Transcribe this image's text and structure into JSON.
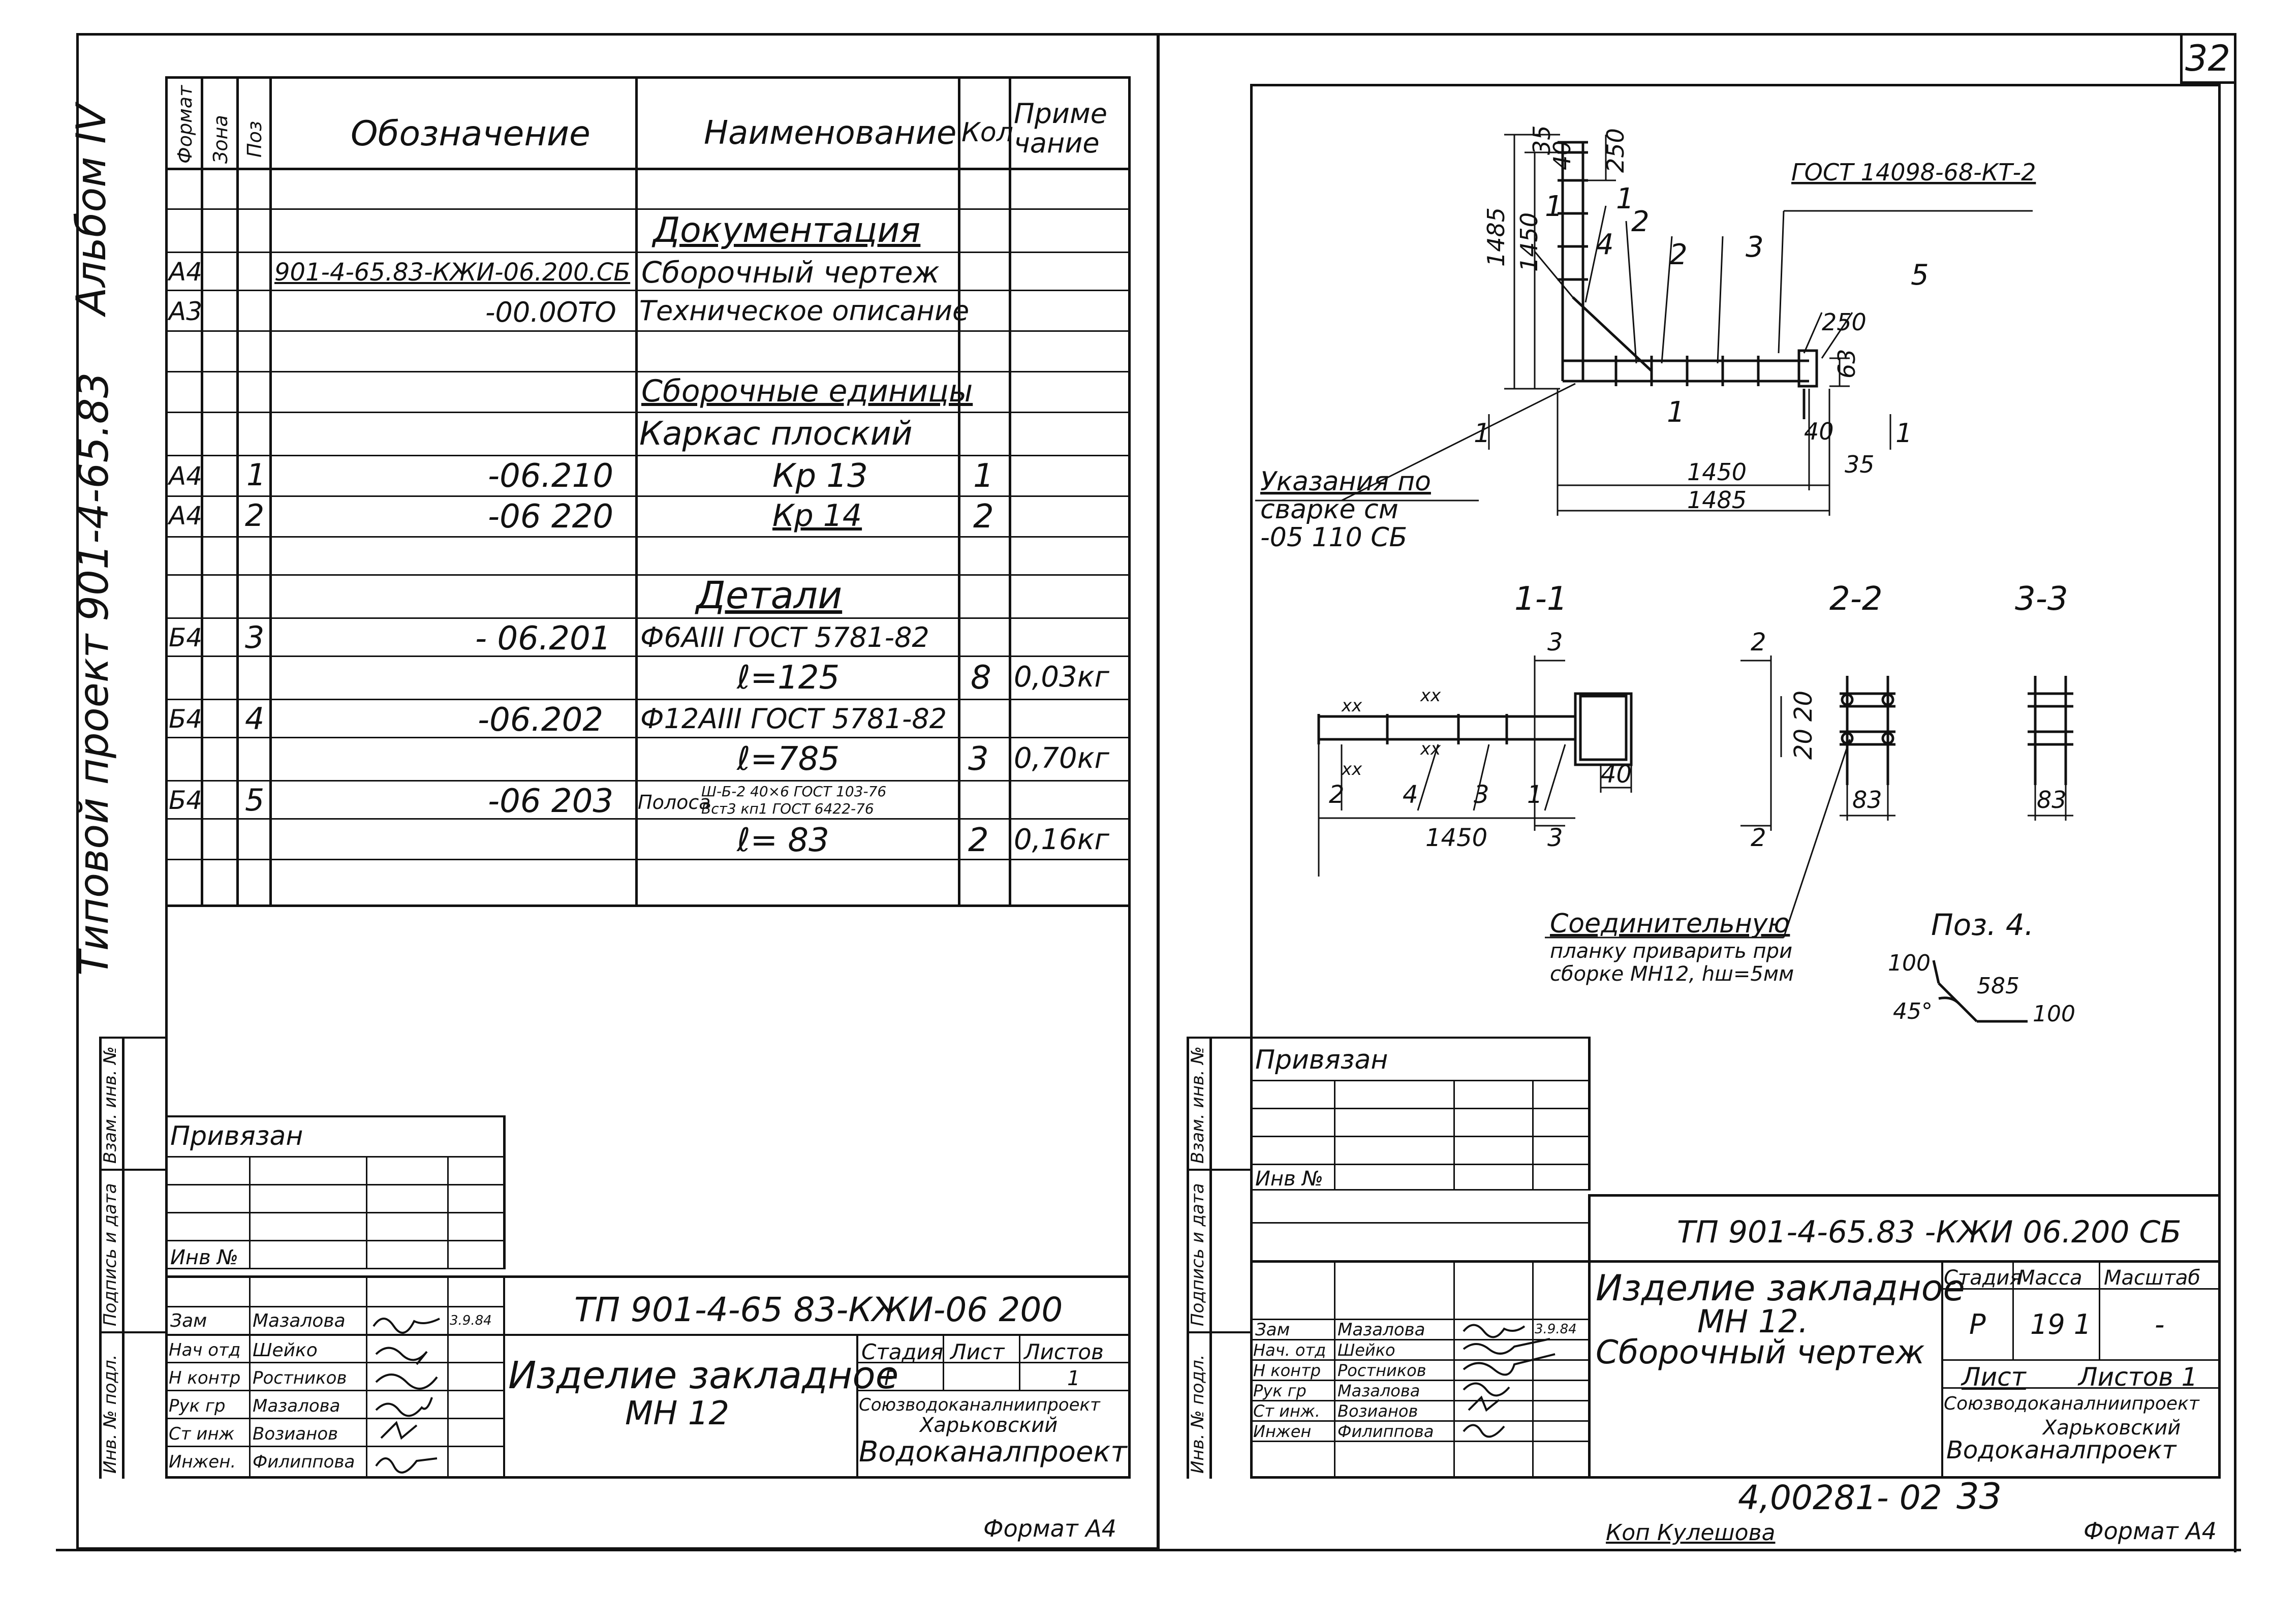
{
  "page_number": "32",
  "left_sheet": {
    "side_text": {
      "album": "Альбом IV",
      "project": "Типовой проект 901-4-65.83"
    },
    "spec_table": {
      "headers": {
        "format": "Формат",
        "zone": "Зона",
        "pos": "Поз",
        "designation": "Обозначение",
        "name": "Наименование",
        "qty": "Кол",
        "note": "Приме чание"
      },
      "rows": [
        {
          "format": "",
          "pos": "",
          "designation": "",
          "name": "Документация",
          "qty": "",
          "note": ""
        },
        {
          "format": "А4",
          "pos": "",
          "designation": "901-4-65.83-КЖИ-06.200.СБ",
          "name": "Сборочный чертеж",
          "qty": "",
          "note": ""
        },
        {
          "format": "А3",
          "pos": "",
          "designation": "-00.0ОТО",
          "name": "Техническое описание",
          "qty": "",
          "note": ""
        },
        {
          "format": "",
          "pos": "",
          "designation": "",
          "name": "Сборочные единицы",
          "qty": "",
          "note": ""
        },
        {
          "format": "",
          "pos": "",
          "designation": "",
          "name": "Каркас плоский",
          "qty": "",
          "note": ""
        },
        {
          "format": "А4",
          "pos": "1",
          "designation": "-06.210",
          "name": "Кр 13",
          "qty": "1",
          "note": ""
        },
        {
          "format": "А4",
          "pos": "2",
          "designation": "-06 220",
          "name": "Кр 14",
          "qty": "2",
          "note": ""
        },
        {
          "format": "",
          "pos": "",
          "designation": "",
          "name": "Детали",
          "qty": "",
          "note": ""
        },
        {
          "format": "Б4",
          "pos": "3",
          "designation": "- 06.201",
          "name": "Ф6АIII ГОСТ 5781-82",
          "qty": "",
          "note": ""
        },
        {
          "format": "",
          "pos": "",
          "designation": "",
          "name": "ℓ=125",
          "qty": "8",
          "note": "0,03кг"
        },
        {
          "format": "Б4",
          "pos": "4",
          "designation": "-06.202",
          "name": "Ф12АIII ГОСТ 5781-82",
          "qty": "",
          "note": ""
        },
        {
          "format": "",
          "pos": "",
          "designation": "",
          "name": "ℓ=785",
          "qty": "3",
          "note": "0,70кг"
        },
        {
          "format": "Б4",
          "pos": "5",
          "designation": "-06 203",
          "name": "Полоса",
          "qty": "",
          "note": ""
        },
        {
          "format": "",
          "pos": "",
          "designation": "",
          "name": "ℓ= 83",
          "qty": "2",
          "note": "0,16кг"
        }
      ],
      "polosa_spec_top": "Ш-Б-2 40×6 ГОСТ 103-76",
      "polosa_spec_bottom": "Вст3 кп1 ГОСТ 6422-76"
    },
    "binding": {
      "privyazan": "Привязан",
      "inv_no": "Инв №"
    },
    "margin_labels": {
      "inv_orig": "Инв. № подл.",
      "sign_date": "Подпись и дата",
      "vzam_inv": "Взам. инв. №"
    },
    "title_block": {
      "code": "ТП 901-4-65 83-КЖИ-06 200",
      "title": "Изделие закладное",
      "subtitle": "МН 12",
      "stage_label": "Стадия",
      "sheet_label": "Лист",
      "sheets_label": "Листов",
      "stage": "Р",
      "sheets": "1",
      "org1": "Союзводоканалниипроект",
      "org2": "Харьковский",
      "org3": "Водоканалпроект",
      "signers": [
        {
          "role": "Зам",
          "name": "Мазалова",
          "date": "3.9.84"
        },
        {
          "role": "Нач отд",
          "name": "Шейко",
          "date": ""
        },
        {
          "role": "Н контр",
          "name": "Ростников",
          "date": ""
        },
        {
          "role": "Рук гр",
          "name": "Мазалова",
          "date": ""
        },
        {
          "role": "Ст инж",
          "name": "Возианов",
          "date": ""
        },
        {
          "role": "Инжен.",
          "name": "Филиппова",
          "date": ""
        }
      ]
    },
    "format_label": "Формат А4"
  },
  "right_sheet": {
    "drawing": {
      "gost_label": "ГОСТ 14098-68-КТ-2",
      "dim_1485_v": "1485",
      "dim_1450_v": "1450",
      "dim_35_top": "35",
      "dim_40_top": "40",
      "dim_250_top": "250",
      "dim_250_right": "250",
      "dim_63": "63",
      "dim_40_bottom": "40",
      "dim_35_bottom": "35",
      "dim_1450_h": "1450",
      "dim_1485_h": "1485",
      "pos_1a": "1",
      "pos_2a": "2",
      "pos_4a": "4",
      "pos_2b": "2",
      "pos_3a": "3",
      "pos_5": "5",
      "pos_1b": "1",
      "section_mark_left": "1",
      "section_mark_right": "1",
      "weld_note_1": "Указания по",
      "weld_note_2": "сварке см",
      "weld_note_3": "-05 110 СБ",
      "section_11": "1-1",
      "section_22": "2-2",
      "section_33": "3-3",
      "cut_3_top": "3",
      "cut_3_bottom": "3",
      "cut_2_top": "2",
      "cut_2_bottom": "2",
      "xx": "хх",
      "dim_20_a": "20",
      "dim_20_b": "20",
      "dim_40_mid": "40",
      "dim_1450_sec": "1450",
      "sec_pos_2": "2",
      "sec_pos_4": "4",
      "sec_pos_3": "3",
      "sec_pos_1": "1",
      "dim_83_a": "83",
      "dim_83_b": "83",
      "connector_note_1": "Соединительную",
      "connector_note_2": "планку приварить при",
      "connector_note_3": "сборке МН12, hш=5мм",
      "pos4_title": "Поз. 4.",
      "pos4_100a": "100",
      "pos4_585": "585",
      "pos4_45": "45°",
      "pos4_100b": "100"
    },
    "binding": {
      "privyazan": "Привязан",
      "inv_no": "Инв №"
    },
    "margin_labels": {
      "inv_orig": "Инв. № подл.",
      "sign_date": "Подпись и дата",
      "vzam_inv": "Взам. инв. №"
    },
    "title_block": {
      "code": "ТП 901-4-65.83 -КЖИ 06.200 СБ",
      "title": "Изделие закладное",
      "subtitle": "МН 12.",
      "subtitle2": "Сборочный чертеж",
      "stage_label": "Стадия",
      "mass_label": "Масса",
      "scale_label": "Масштаб",
      "stage": "Р",
      "mass": "19 1",
      "scale": "-",
      "sheet_label": "Лист",
      "sheets_label": "Листов 1",
      "org1": "Союзводоканалниипроект",
      "org2": "Харьковский",
      "org3": "Водоканалпроект",
      "signers": [
        {
          "role": "Зам",
          "name": "Мазалова",
          "date": "3.9.84"
        },
        {
          "role": "Нач. отд",
          "name": "Шейко",
          "date": ""
        },
        {
          "role": "Н контр",
          "name": "Ростников",
          "date": ""
        },
        {
          "role": "Рук гр",
          "name": "Мазалова",
          "date": ""
        },
        {
          "role": "Ст инж.",
          "name": "Возианов",
          "date": ""
        },
        {
          "role": "Инжен",
          "name": "Филиппова",
          "date": ""
        }
      ]
    },
    "stamp_code": "4,00281- 02",
    "stamp_page": "33",
    "copy_by": "Коп Кулешова",
    "format_label": "Формат А4"
  }
}
